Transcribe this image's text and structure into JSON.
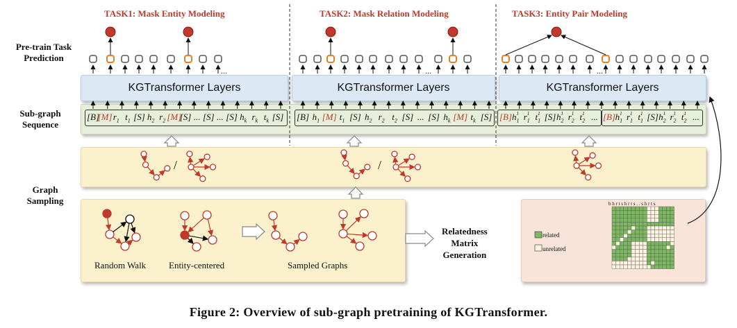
{
  "tasks": {
    "t1": "TASK1: Mask Entity Modeling",
    "t2": "TASK2: Mask Relation Modeling",
    "t3": "TASK3: Entity Pair Modeling"
  },
  "side_labels": {
    "pretrain_line1": "Pre-train Task",
    "pretrain_line2": "Prediction",
    "subgraph_line1": "Sub-graph",
    "subgraph_line2": "Sequence",
    "graph_line1": "Graph",
    "graph_line2": "Sampling"
  },
  "layers_label": "KGTransformer Layers",
  "ellipsis": "...",
  "sequence": {
    "seg1": [
      "[B]",
      "[M]",
      "r1",
      "t1",
      "[S]",
      "h2",
      "r2",
      "[M]",
      "[S]",
      "...",
      "[S]",
      "...",
      "[S]",
      "hk",
      "rk",
      "tk",
      "[S]"
    ],
    "seg2": [
      "[B]",
      "h1",
      "[M]",
      "t1",
      "[S]",
      "h2",
      "r2",
      "t2",
      "[S]",
      "...",
      "[S]",
      "hk",
      "[M]",
      "tk",
      "[S]"
    ],
    "seg3a": [
      "[B]",
      "h11",
      "r11",
      "t11",
      "[S]",
      "h12",
      "r12",
      "t12",
      "..."
    ],
    "seg3b": [
      "[B]",
      "h11",
      "r11",
      "t11",
      "[S]",
      "h12",
      "r12",
      "t12",
      "..."
    ]
  },
  "slash": "/",
  "sampling": {
    "random_walk": "Random Walk",
    "entity_centered": "Entity-centered",
    "sampled_graphs": "Sampled Graphs"
  },
  "relatedness": {
    "line1": "Relatedness",
    "line2": "Matrix",
    "line3": "Generation"
  },
  "matrix": {
    "header": "b h r t s h r t s . . s h r t s",
    "legend_related": "related",
    "legend_unrelated": "unrelated"
  },
  "colors": {
    "red": "#c0392b",
    "orange": "#e67e22",
    "green": "#7db760",
    "blue_layer": "#dce8f4"
  },
  "caption": "Figure 2: Overview of sub-graph pretraining of KGTransformer."
}
